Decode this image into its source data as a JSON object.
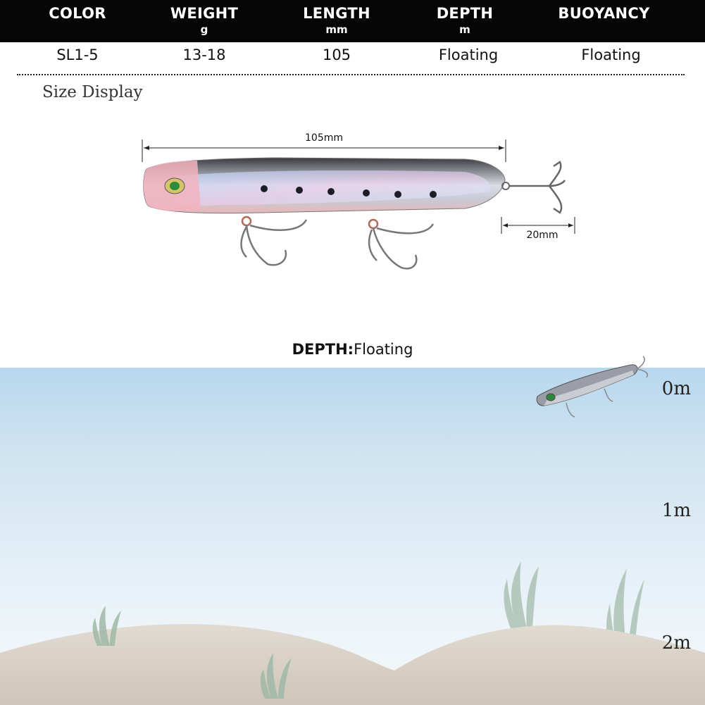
{
  "spec_table": {
    "headers": [
      {
        "name": "COLOR",
        "unit": ""
      },
      {
        "name": "WEIGHT",
        "unit": "g"
      },
      {
        "name": "LENGTH",
        "unit": "mm"
      },
      {
        "name": "DEPTH",
        "unit": "m"
      },
      {
        "name": "BUOYANCY",
        "unit": ""
      }
    ],
    "row": [
      "SL1-5",
      "13-18",
      "105",
      "Floating",
      "Floating"
    ]
  },
  "size_display": {
    "title": "Size Display",
    "length_label": "105mm",
    "hook_label": "20mm"
  },
  "depth_section": {
    "title_bold": "DEPTH:",
    "title_value": "Floating",
    "marks": [
      "0m",
      "1m",
      "2m"
    ]
  },
  "colors": {
    "header_bg": "#050505",
    "water_top": "#b8d7ee",
    "sand": "#d8d0c6",
    "lure_head": "#f2b3c0"
  }
}
